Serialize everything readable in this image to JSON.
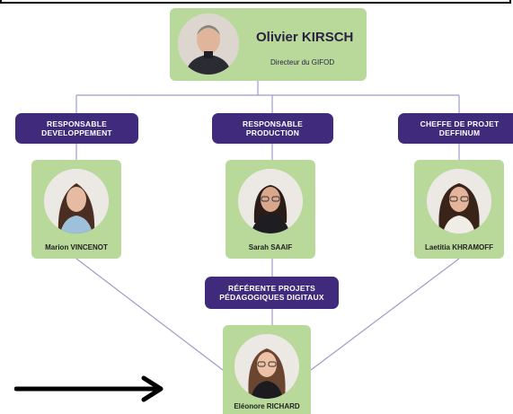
{
  "director": {
    "name": "Olivier KIRSCH",
    "title": "Directeur du GIFOD",
    "avatar_icon": "person-portrait-icon"
  },
  "roles": {
    "dev": "RESPONSABLE DEVELOPPEMENT",
    "prod": "RESPONSABLE PRODUCTION",
    "cheffe": "CHEFFE DE PROJET DEFFINUM",
    "referente": "RÉFÉRENTE PROJETS PÉDAGOGIQUES DIGITAUX"
  },
  "people": {
    "marion": "Marion VINCENOT",
    "sarah": "Sarah SAAIF",
    "laetitia": "Laetitia KHRAMOFF",
    "eleonore": "Eléonore RICHARD"
  },
  "colors": {
    "card": "#b9d99b",
    "role": "#3f2a7c",
    "connector": "#9e9bc8"
  }
}
